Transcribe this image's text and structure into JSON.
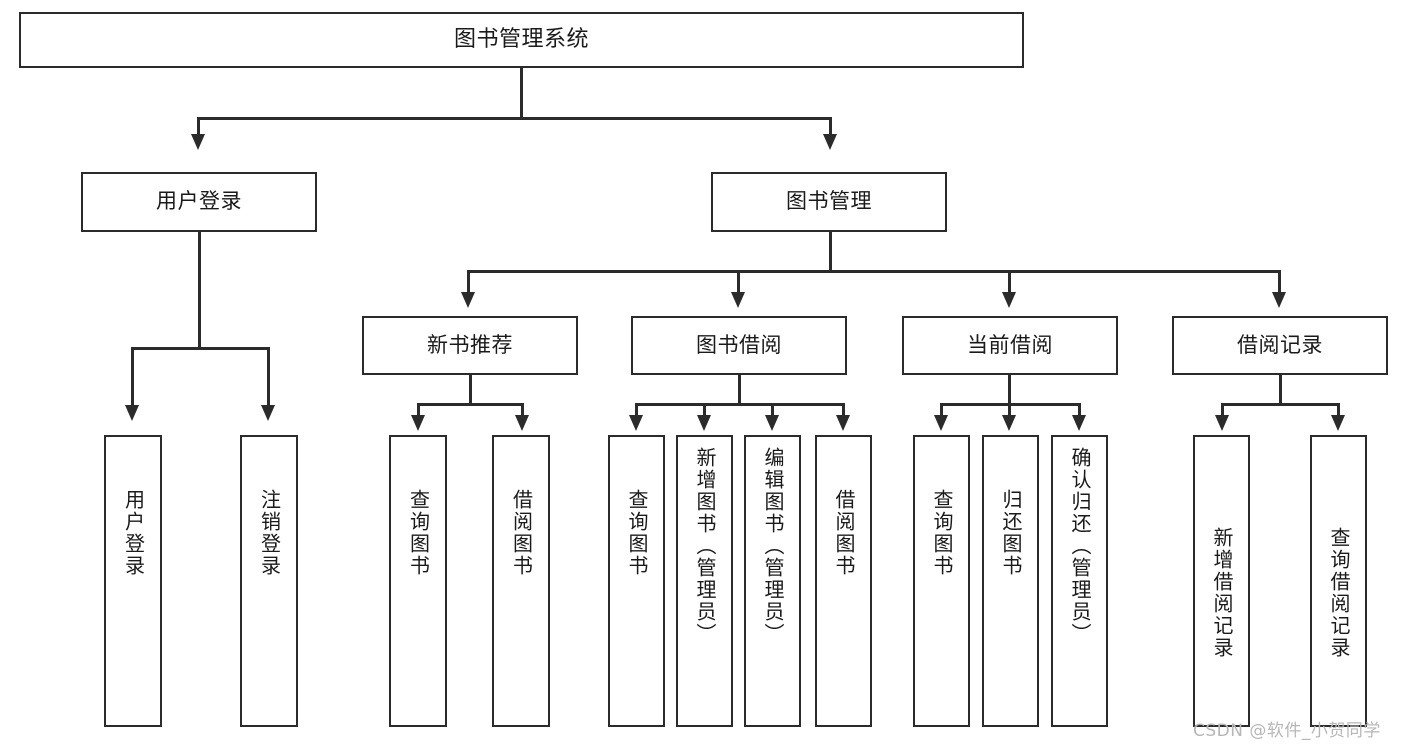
{
  "diagram": {
    "type": "tree-hierarchy-diagram",
    "title": "图书管理系统",
    "watermark": "CSDN @软件_小贺同学",
    "colors": {
      "box_border": "#2b2b2b",
      "box_fill": "#ffffff",
      "text": "#1a1a1a",
      "connector": "#2b2b2b",
      "watermark": "#b7b7b7",
      "background": "#ffffff"
    },
    "levels": {
      "root": {
        "label": "图书管理系统"
      },
      "level2": [
        {
          "label": "用户登录"
        },
        {
          "label": "图书管理"
        }
      ],
      "level3": [
        {
          "label": "新书推荐"
        },
        {
          "label": "图书借阅"
        },
        {
          "label": "当前借阅"
        },
        {
          "label": "借阅记录"
        }
      ],
      "leaves": {
        "user_login": [
          {
            "label": "用户登录"
          },
          {
            "label": "注销登录"
          }
        ],
        "new_book_rec": [
          {
            "label": "查询图书"
          },
          {
            "label": "借阅图书"
          }
        ],
        "book_borrow": [
          {
            "label": "查询图书"
          },
          {
            "label": "新增图书（管理员）"
          },
          {
            "label": "编辑图书（管理员）"
          },
          {
            "label": "借阅图书"
          }
        ],
        "current_borrow": [
          {
            "label": "查询图书"
          },
          {
            "label": "归还图书"
          },
          {
            "label": "确认归还（管理员）"
          }
        ],
        "borrow_record": [
          {
            "label": "新增借阅记录"
          },
          {
            "label": "查询借阅记录"
          }
        ]
      }
    }
  }
}
